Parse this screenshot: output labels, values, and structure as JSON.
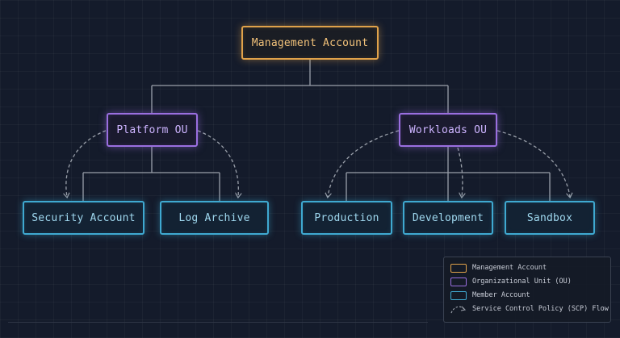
{
  "diagram": {
    "management": {
      "label": "Management Account"
    },
    "ous": [
      {
        "label": "Platform OU"
      },
      {
        "label": "Workloads OU"
      }
    ],
    "accounts": [
      {
        "label": "Security Account"
      },
      {
        "label": "Log Archive"
      },
      {
        "label": "Production"
      },
      {
        "label": "Development"
      },
      {
        "label": "Sandbox"
      }
    ]
  },
  "legend": {
    "items": [
      {
        "label": "Management Account",
        "icon": "orange-box-icon"
      },
      {
        "label": "Organizational Unit (OU)",
        "icon": "purple-box-icon"
      },
      {
        "label": "Member Account",
        "icon": "cyan-box-icon"
      },
      {
        "label": "Service Control Policy (SCP) Flow",
        "icon": "dashed-arrow-icon"
      }
    ]
  },
  "colors": {
    "background": "#141b2b",
    "management": "#e0a24a",
    "ou": "#9a6fe0",
    "account": "#3fa9d1",
    "connector": "#9aa0aa"
  }
}
